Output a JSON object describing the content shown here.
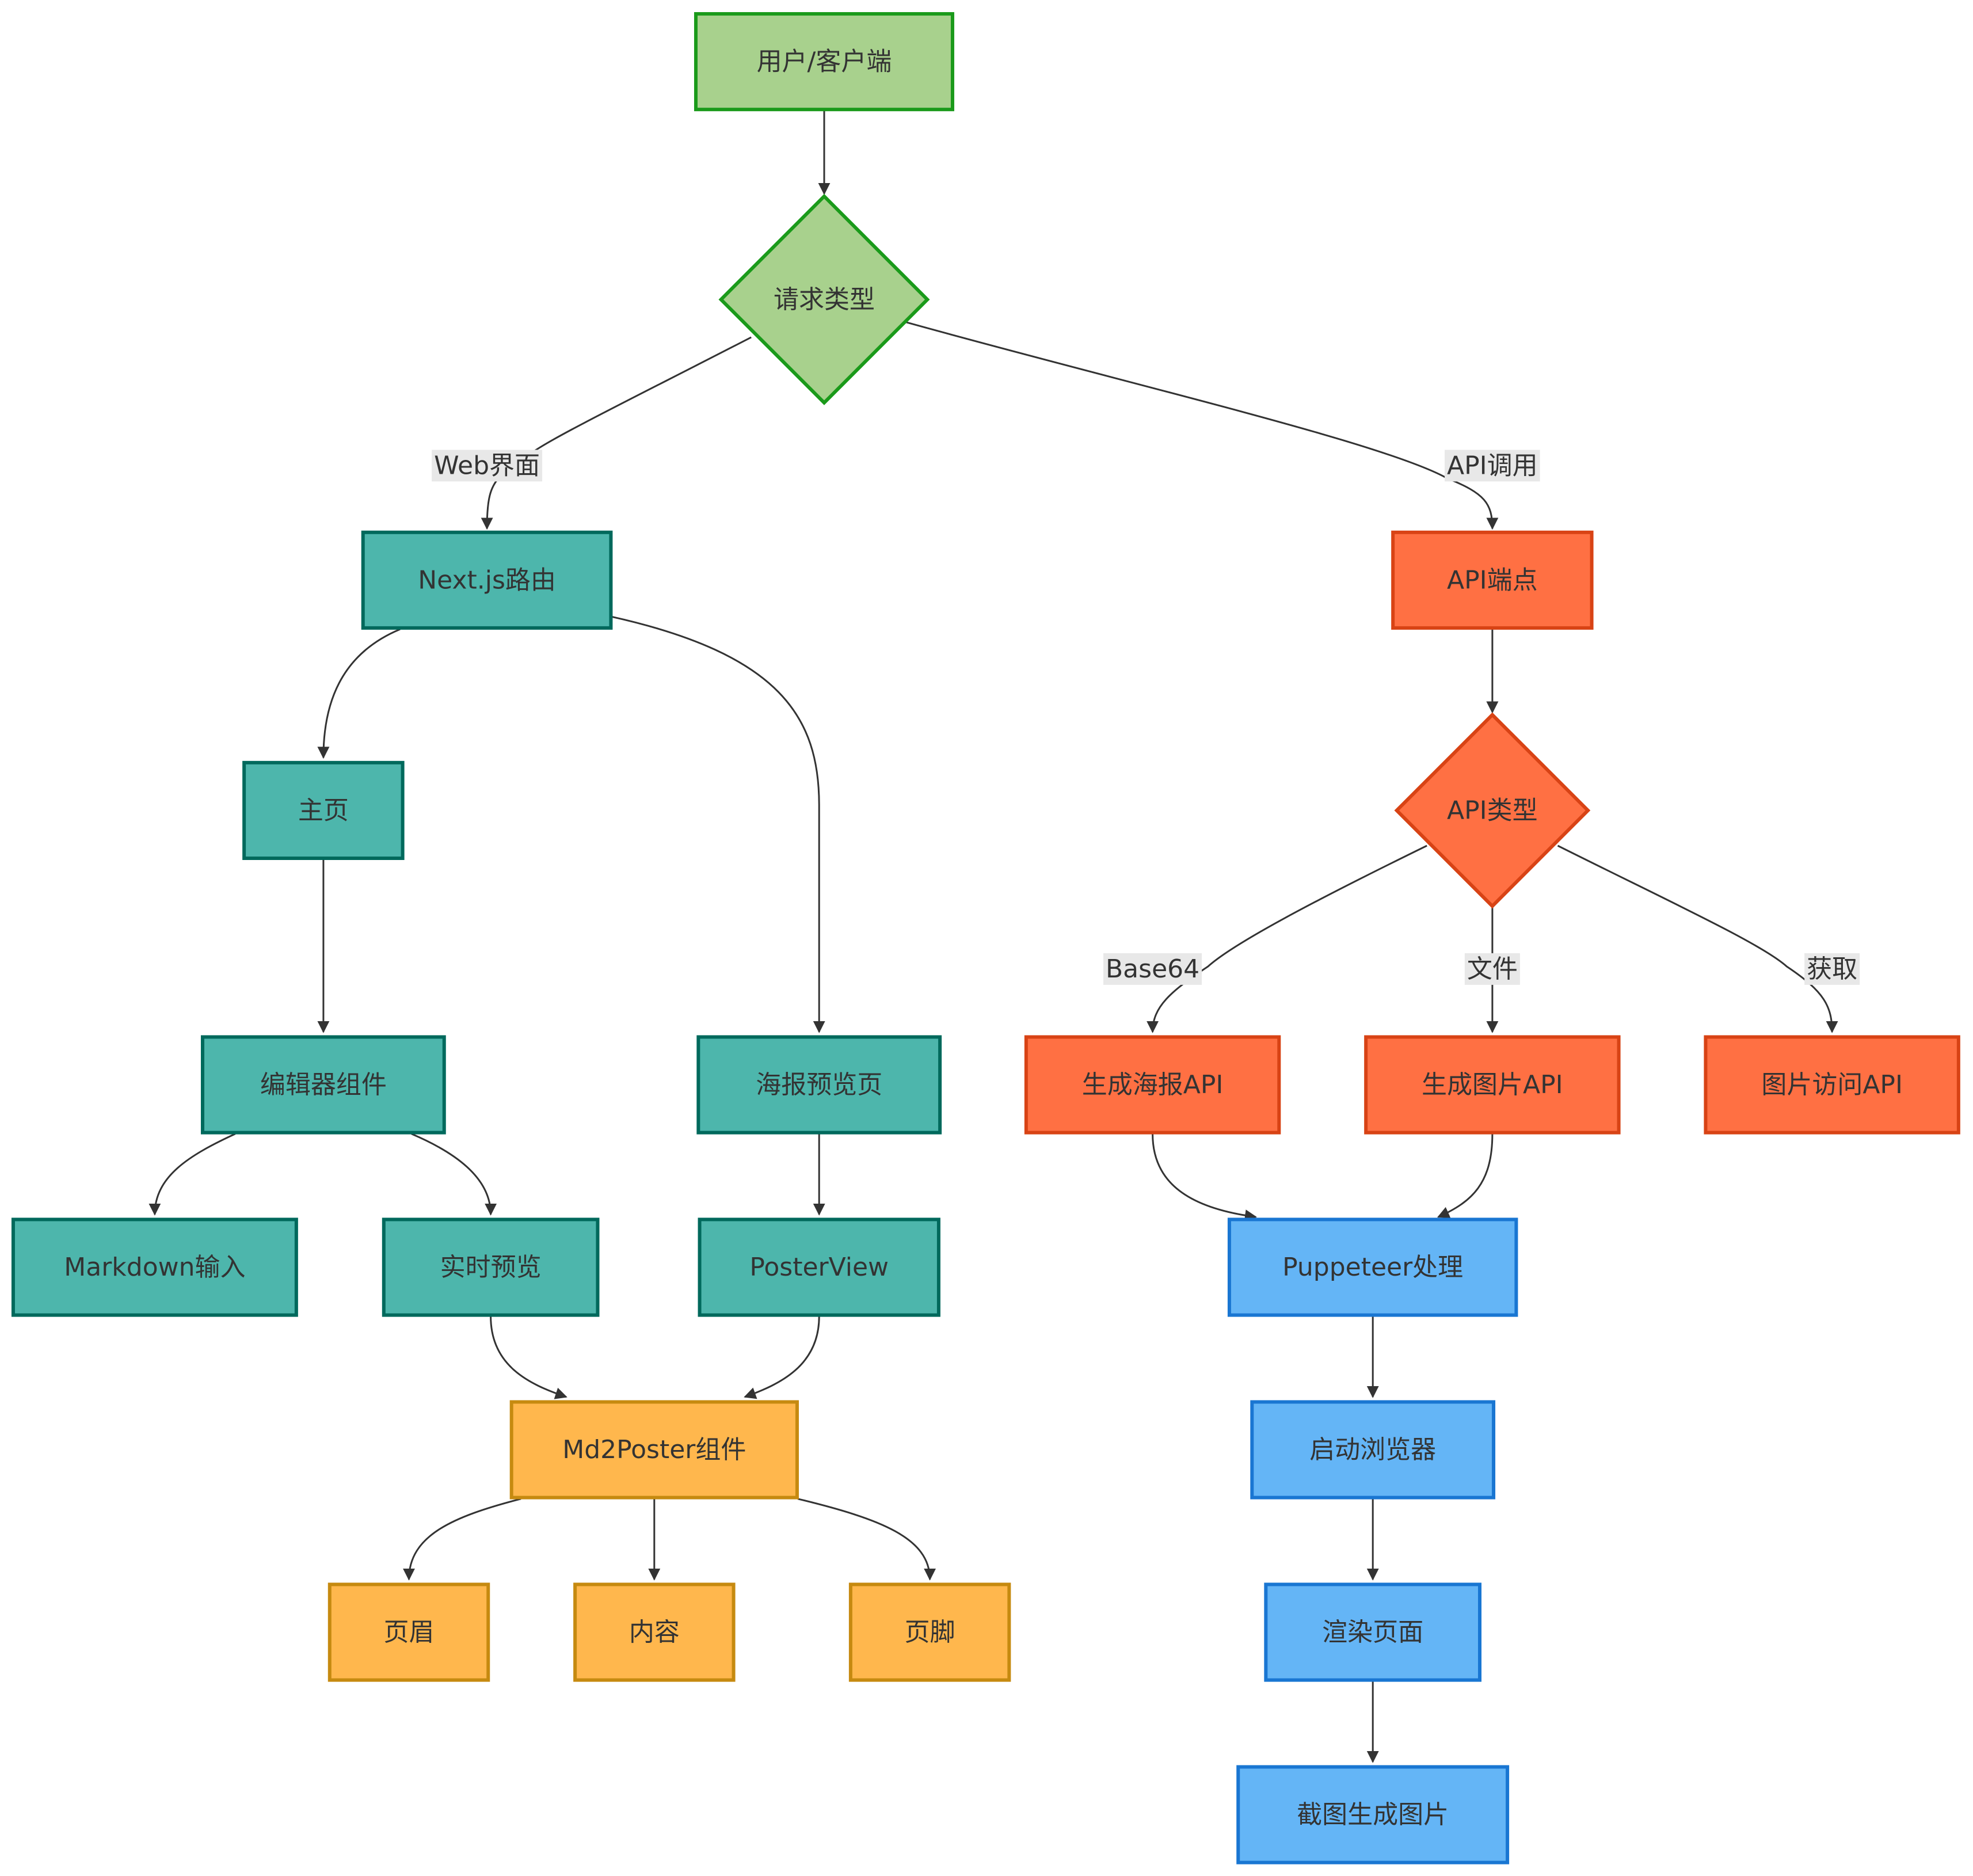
{
  "colors": {
    "green_fill": "#a8d18d",
    "green_stroke": "#1a9a1a",
    "teal_fill": "#4db6ac",
    "teal_stroke": "#00695c",
    "orange_fill": "#ff7043",
    "orange_stroke": "#d84315",
    "yellow_fill": "#ffb74d",
    "yellow_stroke": "#c68a10",
    "blue_fill": "#64b5f6",
    "blue_stroke": "#1976d2",
    "edge": "#333333",
    "edge_label_bg": "#e8e8e8"
  },
  "nodes": {
    "client": {
      "label": "用户/客户端",
      "shape": "rect",
      "color": "green"
    },
    "request_type": {
      "label": "请求类型",
      "shape": "diamond",
      "color": "green"
    },
    "nextjs_router": {
      "label": "Next.js路由",
      "shape": "rect",
      "color": "teal"
    },
    "api_endpoint": {
      "label": "API端点",
      "shape": "rect",
      "color": "orange"
    },
    "home": {
      "label": "主页",
      "shape": "rect",
      "color": "teal"
    },
    "api_type": {
      "label": "API类型",
      "shape": "diamond",
      "color": "orange"
    },
    "editor": {
      "label": "编辑器组件",
      "shape": "rect",
      "color": "teal"
    },
    "poster_preview": {
      "label": "海报预览页",
      "shape": "rect",
      "color": "teal"
    },
    "gen_poster_api": {
      "label": "生成海报API",
      "shape": "rect",
      "color": "orange"
    },
    "gen_image_api": {
      "label": "生成图片API",
      "shape": "rect",
      "color": "orange"
    },
    "image_access_api": {
      "label": "图片访问API",
      "shape": "rect",
      "color": "orange"
    },
    "markdown_input": {
      "label": "Markdown输入",
      "shape": "rect",
      "color": "teal"
    },
    "live_preview": {
      "label": "实时预览",
      "shape": "rect",
      "color": "teal"
    },
    "poster_view": {
      "label": "PosterView",
      "shape": "rect",
      "color": "teal"
    },
    "puppeteer": {
      "label": "Puppeteer处理",
      "shape": "rect",
      "color": "blue"
    },
    "md2poster": {
      "label": "Md2Poster组件",
      "shape": "rect",
      "color": "yellow"
    },
    "launch_browser": {
      "label": "启动浏览器",
      "shape": "rect",
      "color": "blue"
    },
    "header": {
      "label": "页眉",
      "shape": "rect",
      "color": "yellow"
    },
    "content": {
      "label": "内容",
      "shape": "rect",
      "color": "yellow"
    },
    "footer": {
      "label": "页脚",
      "shape": "rect",
      "color": "yellow"
    },
    "render_page": {
      "label": "渲染页面",
      "shape": "rect",
      "color": "blue"
    },
    "screenshot": {
      "label": "截图生成图片",
      "shape": "rect",
      "color": "blue"
    }
  },
  "edges": [
    {
      "from": "client",
      "to": "request_type",
      "label": ""
    },
    {
      "from": "request_type",
      "to": "nextjs_router",
      "label": "Web界面"
    },
    {
      "from": "request_type",
      "to": "api_endpoint",
      "label": "API调用"
    },
    {
      "from": "nextjs_router",
      "to": "home",
      "label": ""
    },
    {
      "from": "nextjs_router",
      "to": "poster_preview",
      "label": ""
    },
    {
      "from": "home",
      "to": "editor",
      "label": ""
    },
    {
      "from": "editor",
      "to": "markdown_input",
      "label": ""
    },
    {
      "from": "editor",
      "to": "live_preview",
      "label": ""
    },
    {
      "from": "poster_preview",
      "to": "poster_view",
      "label": ""
    },
    {
      "from": "live_preview",
      "to": "md2poster",
      "label": ""
    },
    {
      "from": "poster_view",
      "to": "md2poster",
      "label": ""
    },
    {
      "from": "md2poster",
      "to": "header",
      "label": ""
    },
    {
      "from": "md2poster",
      "to": "content",
      "label": ""
    },
    {
      "from": "md2poster",
      "to": "footer",
      "label": ""
    },
    {
      "from": "api_endpoint",
      "to": "api_type",
      "label": ""
    },
    {
      "from": "api_type",
      "to": "gen_poster_api",
      "label": "Base64"
    },
    {
      "from": "api_type",
      "to": "gen_image_api",
      "label": "文件"
    },
    {
      "from": "api_type",
      "to": "image_access_api",
      "label": "获取"
    },
    {
      "from": "gen_poster_api",
      "to": "puppeteer",
      "label": ""
    },
    {
      "from": "gen_image_api",
      "to": "puppeteer",
      "label": ""
    },
    {
      "from": "puppeteer",
      "to": "launch_browser",
      "label": ""
    },
    {
      "from": "launch_browser",
      "to": "render_page",
      "label": ""
    },
    {
      "from": "render_page",
      "to": "screenshot",
      "label": ""
    }
  ]
}
